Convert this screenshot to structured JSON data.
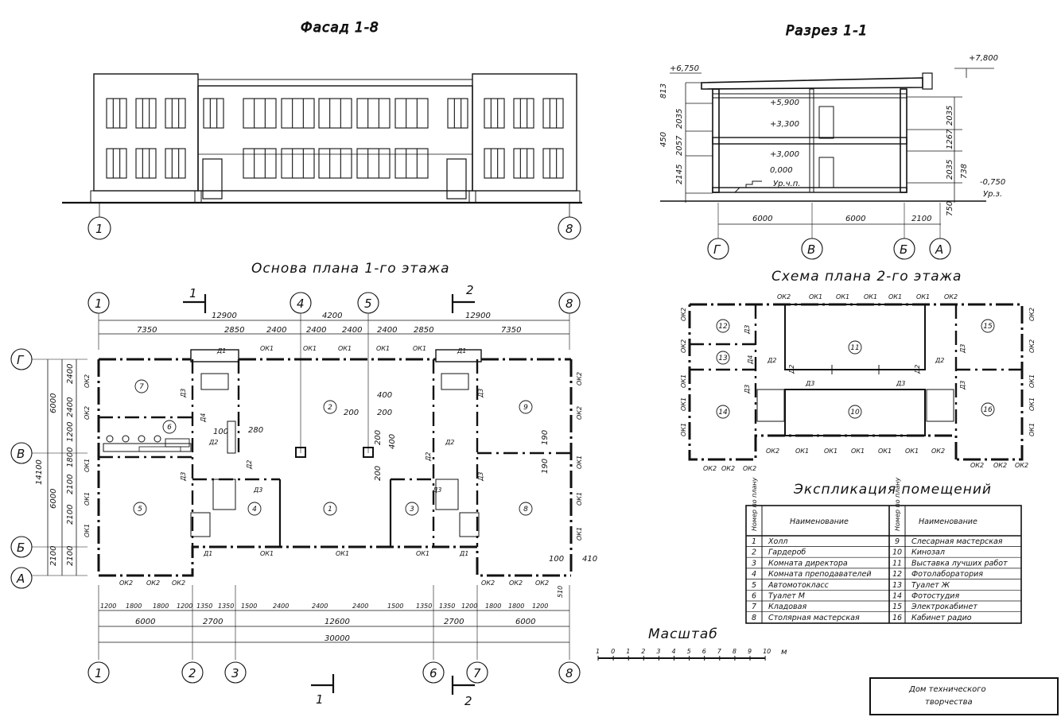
{
  "titles": {
    "facade": "Фасад 1-8",
    "section": "Разрез 1-1",
    "plan1": "Основа плана 1-го этажа",
    "plan2": "Схема плана 2-го этажа",
    "explication": "Экспликация помещений",
    "scale": "Масштаб"
  },
  "facade": {
    "axes": [
      "1",
      "8"
    ]
  },
  "section": {
    "axes": [
      "Г",
      "В",
      "Б",
      "А"
    ],
    "spans": [
      "6000",
      "6000",
      "2100"
    ],
    "elevations": [
      "+6,750",
      "+7,800",
      "+5,900",
      "+3,300",
      "+3,000",
      "0,000",
      "Ур.ч.п.",
      "-0,750",
      "Ур.з."
    ],
    "left_dims": [
      "813",
      "2035",
      "450",
      "2057",
      "2145"
    ],
    "right_dims": [
      "2035",
      "1267",
      "2035",
      "738",
      "750"
    ]
  },
  "plan1": {
    "axes_top": [
      "1",
      "4",
      "5",
      "8"
    ],
    "axes_bottom": [
      "1",
      "2",
      "3",
      "6",
      "7",
      "8"
    ],
    "axes_left": [
      "Г",
      "В",
      "Б",
      "А"
    ],
    "cut_labels": [
      "1",
      "2"
    ],
    "top_dims_outer": [
      "12900",
      "4200",
      "12900"
    ],
    "top_dims_inner": [
      "7350",
      "2850",
      "2400",
      "2400",
      "2400",
      "2400",
      "2850",
      "7350"
    ],
    "bottom_dims_detail": [
      "1200",
      "1800",
      "1800",
      "1200",
      "1350",
      "1350",
      "1500",
      "2400",
      "2400",
      "2400",
      "1500",
      "1350",
      "1350",
      "1200",
      "1800",
      "1800",
      "1200"
    ],
    "bottom_dims_mid": [
      "6000",
      "2700",
      "12600",
      "2700",
      "6000"
    ],
    "bottom_dim_total": "30000",
    "left_dims_outer": [
      "6000",
      "14100"
    ],
    "left_dims_inner": [
      "2400",
      "2400",
      "1200",
      "1800",
      "2100",
      "2100",
      "2100",
      "2100"
    ],
    "column_dims": [
      "400",
      "200",
      "200",
      "200",
      "400",
      "200"
    ],
    "misc_dims": [
      "100",
      "280",
      "190",
      "190",
      "100",
      "410",
      "510"
    ],
    "rooms": [
      "1",
      "2",
      "3",
      "4",
      "5",
      "6",
      "7",
      "8",
      "9"
    ],
    "marks": [
      "ОК1",
      "ОК2",
      "Д1",
      "Д2",
      "Д3",
      "Д4"
    ]
  },
  "plan2": {
    "rooms": [
      "10",
      "11",
      "12",
      "13",
      "14",
      "15",
      "16"
    ],
    "marks": [
      "ОК1",
      "ОК2",
      "Д2",
      "Д3",
      "Д4"
    ]
  },
  "explication": {
    "header_num": "Номер по плану",
    "header_name": "Наименование",
    "rows": [
      {
        "n": "1",
        "name": "Холл"
      },
      {
        "n": "2",
        "name": "Гардероб"
      },
      {
        "n": "3",
        "name": "Комната директора"
      },
      {
        "n": "4",
        "name": "Комната преподавателей"
      },
      {
        "n": "5",
        "name": "Автомотокласс"
      },
      {
        "n": "6",
        "name": "Туалет М"
      },
      {
        "n": "7",
        "name": "Кладовая"
      },
      {
        "n": "8",
        "name": "Столярная мастерская"
      },
      {
        "n": "9",
        "name": "Слесарная мастерская"
      },
      {
        "n": "10",
        "name": "Кинозал"
      },
      {
        "n": "11",
        "name": "Выставка лучших работ"
      },
      {
        "n": "12",
        "name": "Фотолаборатория"
      },
      {
        "n": "13",
        "name": "Туалет Ж"
      },
      {
        "n": "14",
        "name": "Фотостудия"
      },
      {
        "n": "15",
        "name": "Электрокабинет"
      },
      {
        "n": "16",
        "name": "Кабинет радио"
      }
    ]
  },
  "scale": {
    "ticks": [
      "1",
      "0",
      "1",
      "2",
      "3",
      "4",
      "5",
      "6",
      "7",
      "8",
      "9",
      "10"
    ],
    "unit": "м"
  },
  "stamp": {
    "line1": "Дом технического",
    "line2": "творчества"
  }
}
